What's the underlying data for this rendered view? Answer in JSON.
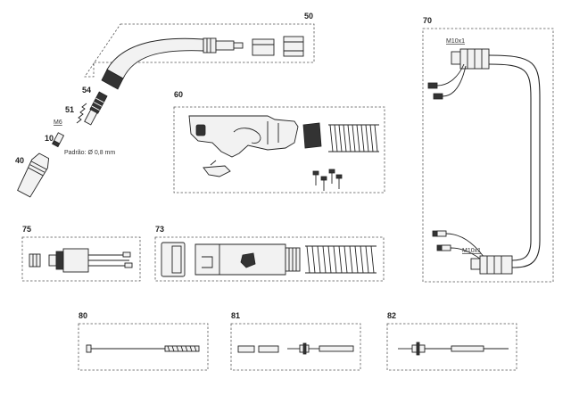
{
  "parts": {
    "p50": "50",
    "p70": "70",
    "p60": "60",
    "p54": "54",
    "p51": "51",
    "p10": "10",
    "p40": "40",
    "p75": "75",
    "p73": "73",
    "p80": "80",
    "p81": "81",
    "p82": "82"
  },
  "annotations": {
    "thread_m6": "M6",
    "standard": "Padrão: Ø 0,8 mm",
    "thread_m10_top": "M10x1",
    "thread_m10_bottom": "M10x1"
  }
}
